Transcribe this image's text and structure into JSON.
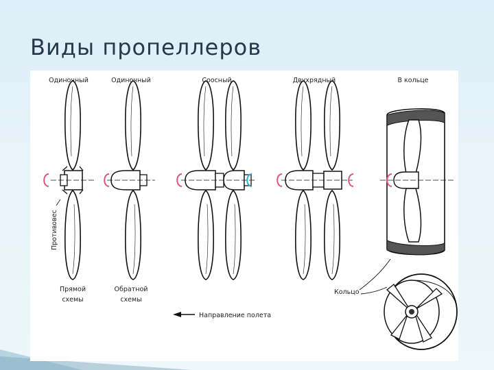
{
  "slide": {
    "title": "Виды пропеллеров"
  },
  "diagram": {
    "column_labels": [
      "Одиночный",
      "Одиночный",
      "Соосный",
      "Двухрядный",
      "В кольце"
    ],
    "counterweight_label": "Противовес",
    "scheme_labels": [
      {
        "line1": "Прямой",
        "line2": "схемы"
      },
      {
        "line1": "Обратной",
        "line2": "схемы"
      }
    ],
    "flight_direction_label": "Направление полета",
    "ring_label": "Кольцо",
    "rotation_arrow_colors": [
      "#e0557a",
      "#36a9c9"
    ]
  }
}
